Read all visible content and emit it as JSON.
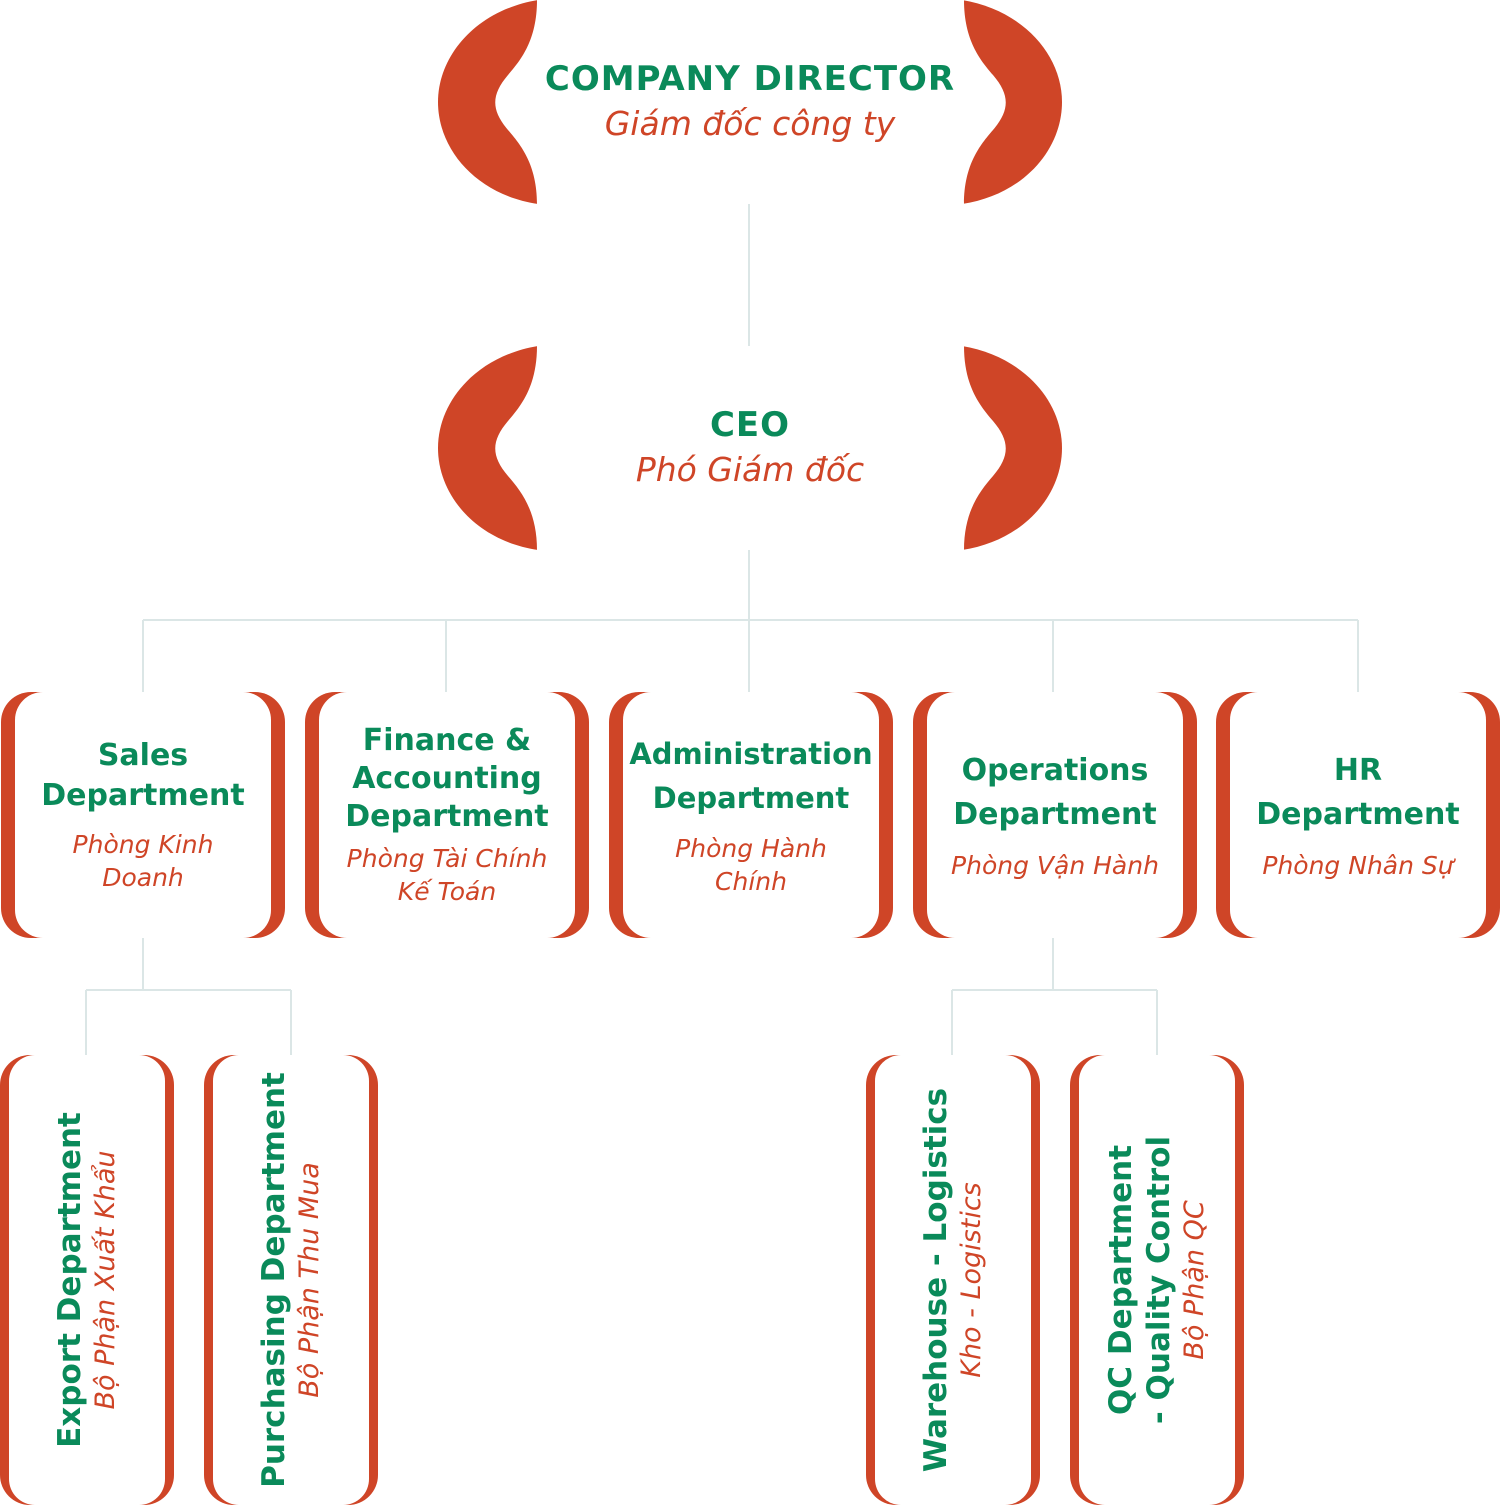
{
  "colors": {
    "title": "#0a8a5a",
    "subtitle": "#cf4527",
    "frame": "#cf4527",
    "connector": "#dbe6e6"
  },
  "nodes": {
    "director": {
      "title": "COMPANY DIRECTOR",
      "subtitle": "Giám đốc công ty"
    },
    "ceo": {
      "title": "CEO",
      "subtitle": "Phó Giám đốc"
    },
    "sales": {
      "title": "Sales\nDepartment",
      "subtitle": "Phòng Kinh\nDoanh"
    },
    "finance": {
      "title": "Finance &\nAccounting\nDepartment",
      "subtitle": "Phòng Tài Chính\nKế Toán"
    },
    "admin": {
      "title": "Administration\nDepartment",
      "subtitle": "Phòng Hành\nChính"
    },
    "operations": {
      "title": "Operations\nDepartment",
      "subtitle": "Phòng Vận Hành"
    },
    "hr": {
      "title": "HR\nDepartment",
      "subtitle": "Phòng Nhân Sự"
    },
    "export": {
      "title": "Export Department",
      "subtitle": "Bộ Phận Xuất Khẩu"
    },
    "purchasing": {
      "title": "Purchasing Department",
      "subtitle": "Bộ Phận Thu Mua"
    },
    "warehouse": {
      "title": "Warehouse - Logistics",
      "subtitle": "Kho - Logistics"
    },
    "qc": {
      "title": "QC Department\n- Quality Control",
      "subtitle": "Bộ Phận QC"
    }
  }
}
